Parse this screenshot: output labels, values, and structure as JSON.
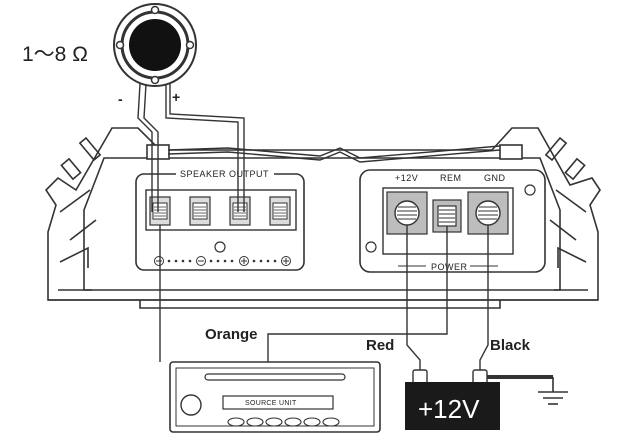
{
  "speaker": {
    "impedance_label": "1～8 Ω",
    "minus_label": "-",
    "plus_label": "+"
  },
  "amplifier": {
    "speaker_output_label": "SPEAKER OUTPUT",
    "power_label": "POWER",
    "terminals": {
      "plus12v": "+12V",
      "rem": "REM",
      "gnd": "GND"
    }
  },
  "wires": {
    "orange_label": "Orange",
    "red_label": "Red",
    "black_label": "Black"
  },
  "source_unit": {
    "label": "SOURCE UNIT"
  },
  "battery": {
    "label": "+12V"
  },
  "colors": {
    "line": "#333333",
    "battery_fill": "#1a1a1a",
    "terminal_fill": "#bdbdbd"
  }
}
